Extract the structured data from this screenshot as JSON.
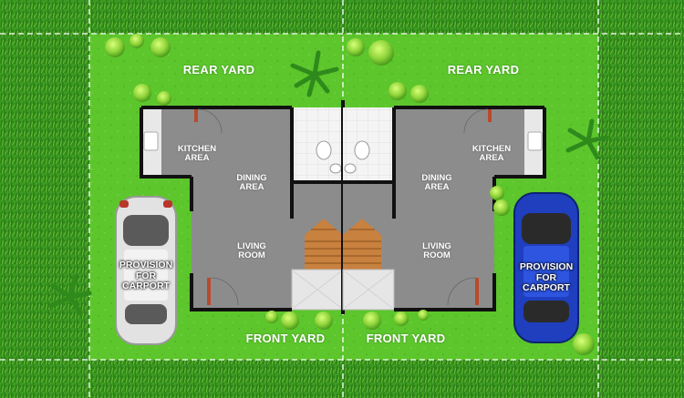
{
  "colors": {
    "grass_dark": "#2f8a1c",
    "grass_light": "#4fb32a",
    "lot": "#5cc62c",
    "floor": "#8c8c8c",
    "wall": "#111111",
    "door": "#b84a2c",
    "stairs": "#c8813e",
    "car_left": "#d9d9d9",
    "car_right": "#1f3fbf"
  },
  "labels": {
    "rear_yard_left": "REAR YARD",
    "rear_yard_right": "REAR YARD",
    "front_yard_left": "FRONT YARD",
    "front_yard_right": "FRONT YARD",
    "kitchen_left": "KITCHEN\nAREA",
    "kitchen_right": "KITCHEN\nAREA",
    "dining_left": "DINING\nAREA",
    "dining_right": "DINING\nAREA",
    "living_left": "LIVING\nROOM",
    "living_right": "LIVING\nROOM",
    "carport_left": "PROVISION\nFOR\nCARPORT",
    "carport_right": "PROVISION\nFOR\nCARPORT"
  }
}
